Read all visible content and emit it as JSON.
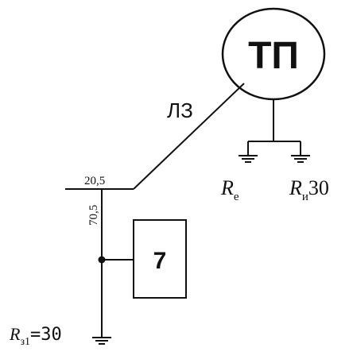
{
  "diagram": {
    "substation": {
      "label": "ТП"
    },
    "line": {
      "label": "ЛЗ"
    },
    "ground_re": {
      "symbol": "R",
      "subscript": "е"
    },
    "ground_ri": {
      "symbol": "R",
      "subscript": "и",
      "value": "30"
    },
    "branch_length": "20,5",
    "trunk_length": "70,5",
    "consumer": {
      "label": "7"
    },
    "ground_rz": {
      "symbol": "R",
      "subscript": "з1",
      "value": "=30"
    }
  },
  "colors": {
    "ink": "#111111",
    "background": "#ffffff"
  }
}
